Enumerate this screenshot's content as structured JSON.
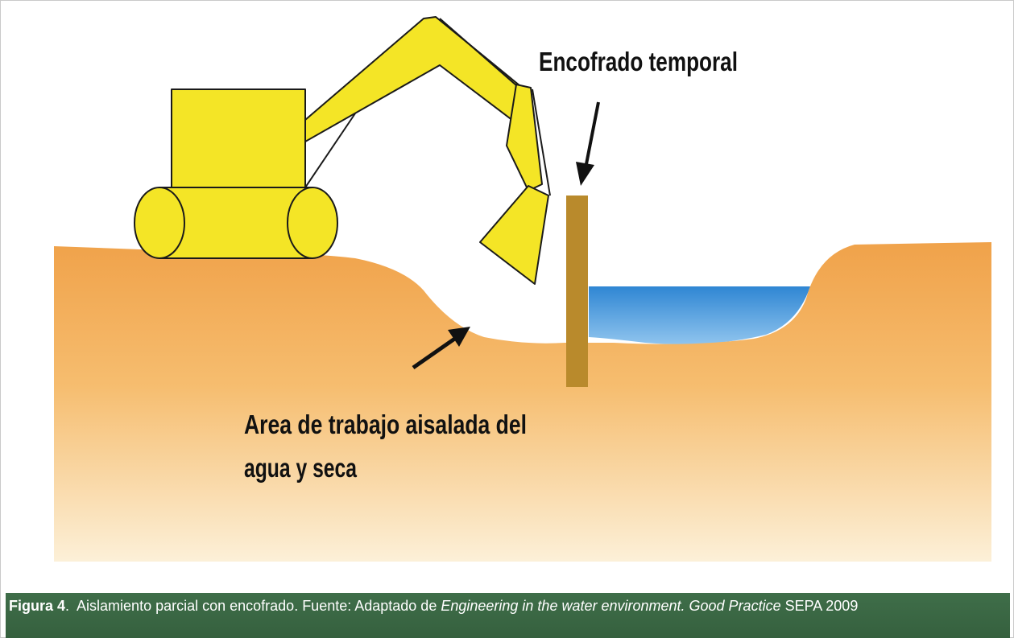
{
  "labels": {
    "formwork": "Encofrado temporal",
    "work_area_line1": "Area de trabajo aisalada del",
    "work_area_line2": "agua y seca"
  },
  "caption": {
    "figure_label": "Figura 4",
    "dot": ".",
    "text_plain": "  Aislamiento parcial con encofrado. Fuente: Adaptado de ",
    "source_italic_1": "Engineering in the water environment. Good Practice",
    "source_plain_2": " SEPA 2009"
  },
  "colors": {
    "excavator": "#f4e526",
    "excavator_outline": "#1a1a1a",
    "ground_top": "#f2a548",
    "ground_bottom": "#fbe9c8",
    "water": "#3d8fd6",
    "formwork": "#b98a2c",
    "caption_bg": "#3b6a45"
  },
  "icons": [
    "excavator-icon",
    "arrow-down-icon",
    "arrow-up-right-icon"
  ]
}
